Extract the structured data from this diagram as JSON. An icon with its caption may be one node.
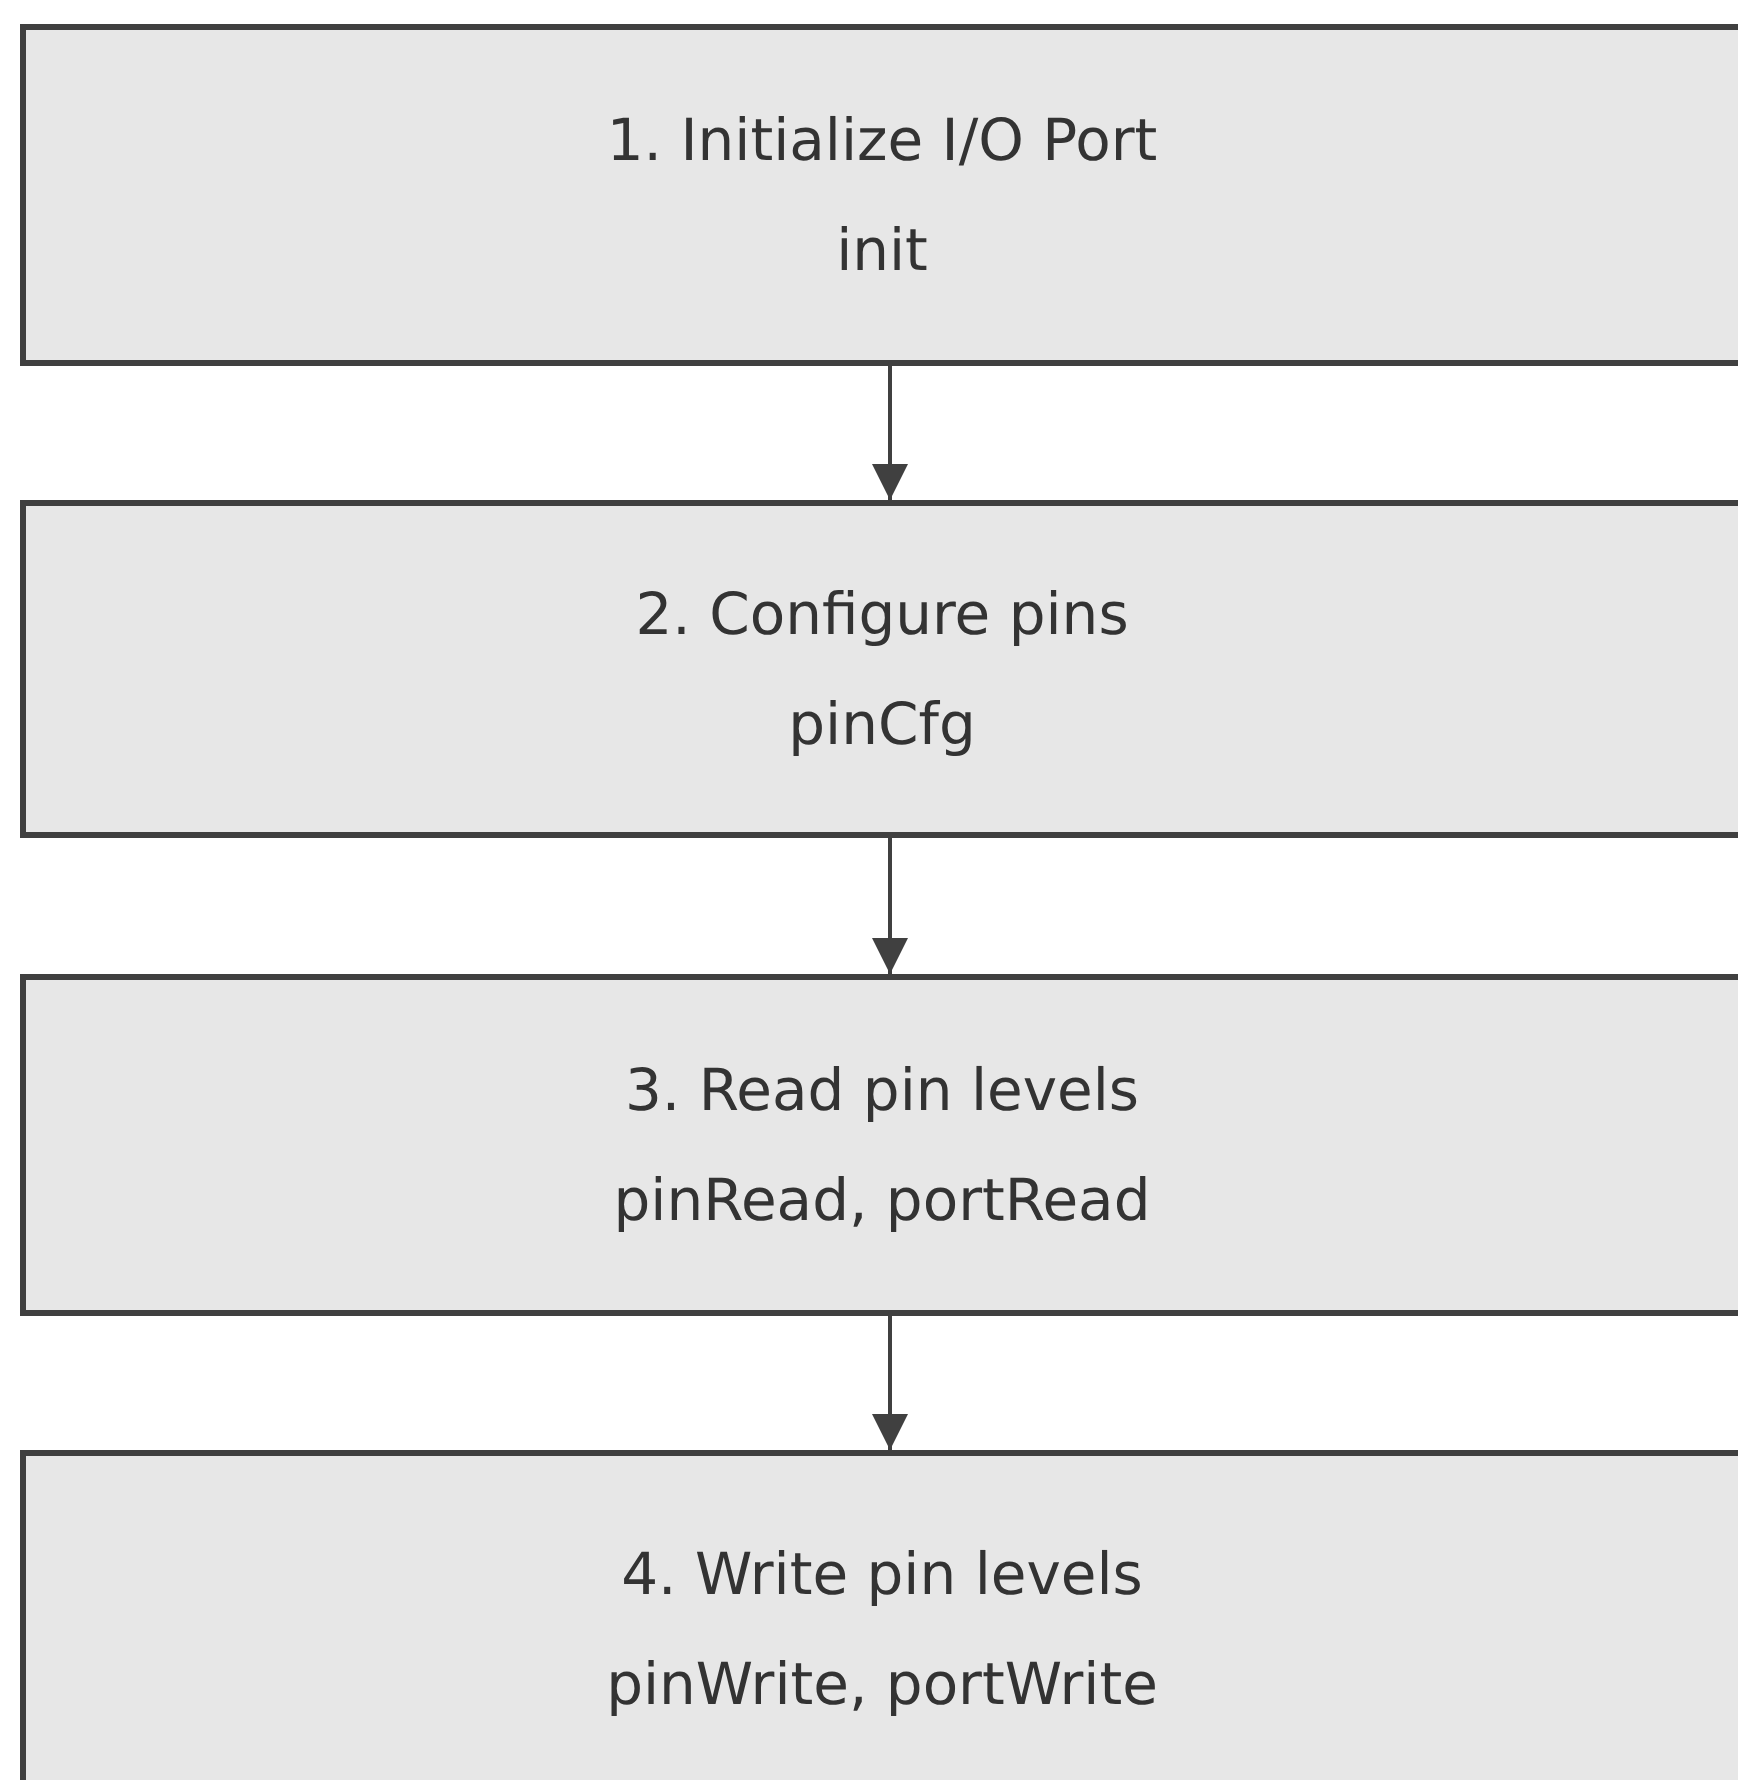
{
  "diagram": {
    "nodes": [
      {
        "text": [
          "1. Initialize I/O Port",
          "init"
        ]
      },
      {
        "text": [
          "2. Configure pins",
          "pinCfg"
        ]
      },
      {
        "text": [
          "3. Read pin levels",
          "pinRead, portRead"
        ]
      },
      {
        "text": [
          "4. Write pin levels",
          "pinWrite, portWrite"
        ]
      }
    ],
    "edges": [
      {
        "from": 0,
        "to": 1,
        "arrow": "to"
      },
      {
        "from": 1,
        "to": 2,
        "arrow": "to"
      },
      {
        "from": 2,
        "to": 3,
        "arrow": "to"
      }
    ]
  }
}
